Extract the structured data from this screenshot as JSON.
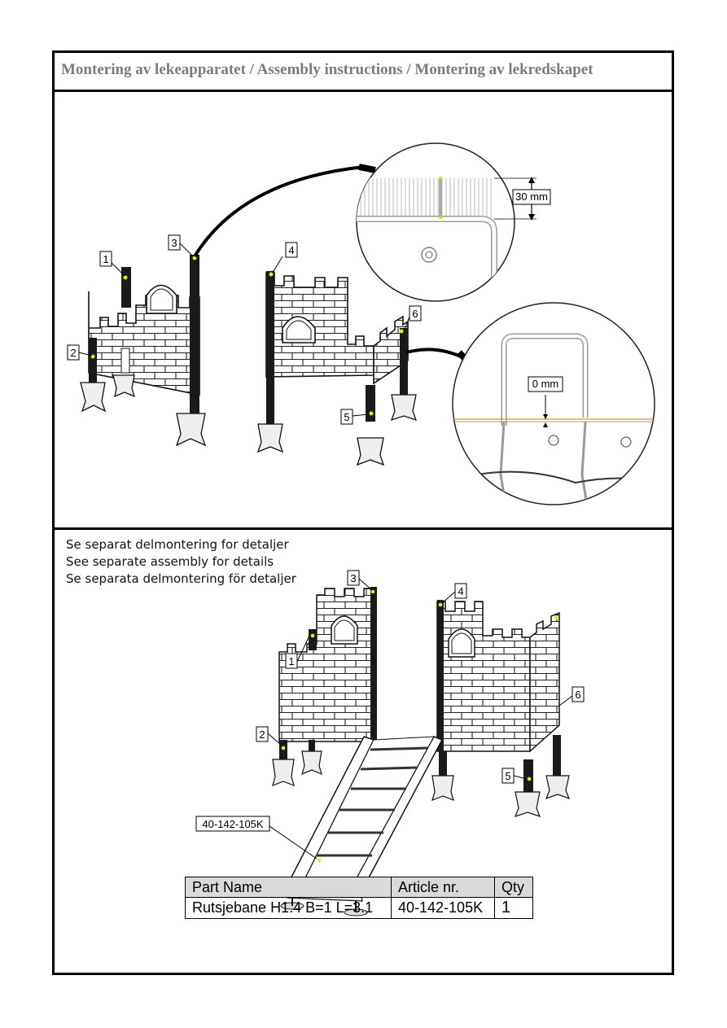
{
  "header": {
    "title": "Montering av lekeapparatet / Assembly instructions / Montering av lekredskapet"
  },
  "step1": {
    "callouts": [
      "1",
      "2",
      "3",
      "4",
      "5",
      "6"
    ],
    "detail_top_measure": "30 mm",
    "detail_bottom_measure": "0 mm"
  },
  "step2": {
    "note_lines": [
      "Se separat delmontering for detaljer",
      "See separate assembly for details",
      "Se separata delmontering för detaljer"
    ],
    "callouts": [
      "1",
      "2",
      "3",
      "4",
      "5",
      "6"
    ],
    "slide_label": "40-142-105K"
  },
  "parts_table": {
    "headers": [
      "Part Name",
      "Article nr.",
      "Qty"
    ],
    "rows": [
      [
        "Rutsjebane H1.4 B=1 L=3.1",
        "40-142-105K",
        "1"
      ]
    ]
  }
}
